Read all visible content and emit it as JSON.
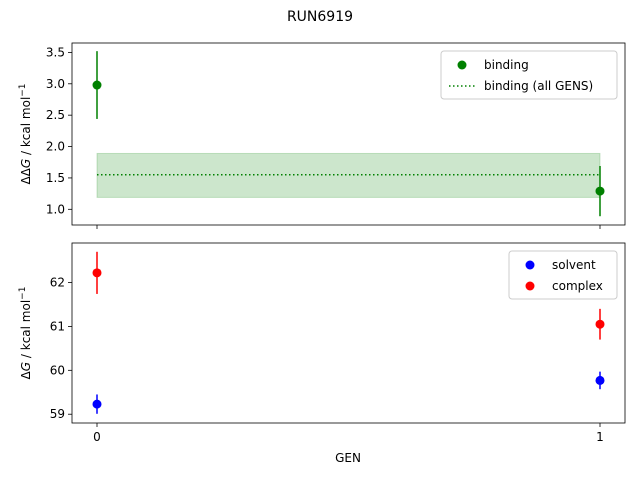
{
  "chart_data": {
    "type": "scatter",
    "title": "RUN6919",
    "xlabel": "GEN",
    "x_ticks": [
      0,
      1
    ],
    "panels": [
      {
        "ylabel_main": "ΔΔ",
        "ylabel_italic": "G",
        "ylabel_unit": " / kcal mol",
        "ylabel_sup": "−1",
        "ylim": [
          0.75,
          3.65
        ],
        "y_ticks": [
          1.0,
          1.5,
          2.0,
          2.5,
          3.0,
          3.5
        ],
        "y_tick_labels": [
          "1.0",
          "1.5",
          "2.0",
          "2.5",
          "3.0",
          "3.5"
        ],
        "legend_position": "top-right",
        "series": [
          {
            "name": "binding",
            "color": "#008000",
            "x": [
              0,
              1
            ],
            "y": [
              2.98,
              1.29
            ],
            "yerr": [
              0.54,
              0.4
            ],
            "kind": "errorpoints"
          },
          {
            "name": "binding (all GENS)",
            "color": "#008000",
            "kind": "hline",
            "y": 1.55,
            "band": [
              1.19,
              1.89
            ],
            "band_color": "#008000"
          }
        ]
      },
      {
        "ylabel_main": "Δ",
        "ylabel_italic": "G",
        "ylabel_unit": " / kcal mol",
        "ylabel_sup": "−1",
        "ylim": [
          58.8,
          62.9
        ],
        "y_ticks": [
          59,
          60,
          61,
          62
        ],
        "y_tick_labels": [
          "59",
          "60",
          "61",
          "62"
        ],
        "legend_position": "top-right",
        "series": [
          {
            "name": "solvent",
            "color": "#0000ff",
            "x": [
              0,
              1
            ],
            "y": [
              59.23,
              59.77
            ],
            "yerr": [
              0.22,
              0.2
            ],
            "kind": "errorpoints"
          },
          {
            "name": "complex",
            "color": "#ff0000",
            "x": [
              0,
              1
            ],
            "y": [
              62.22,
              61.05
            ],
            "yerr": [
              0.48,
              0.35
            ],
            "kind": "errorpoints"
          }
        ]
      }
    ]
  }
}
